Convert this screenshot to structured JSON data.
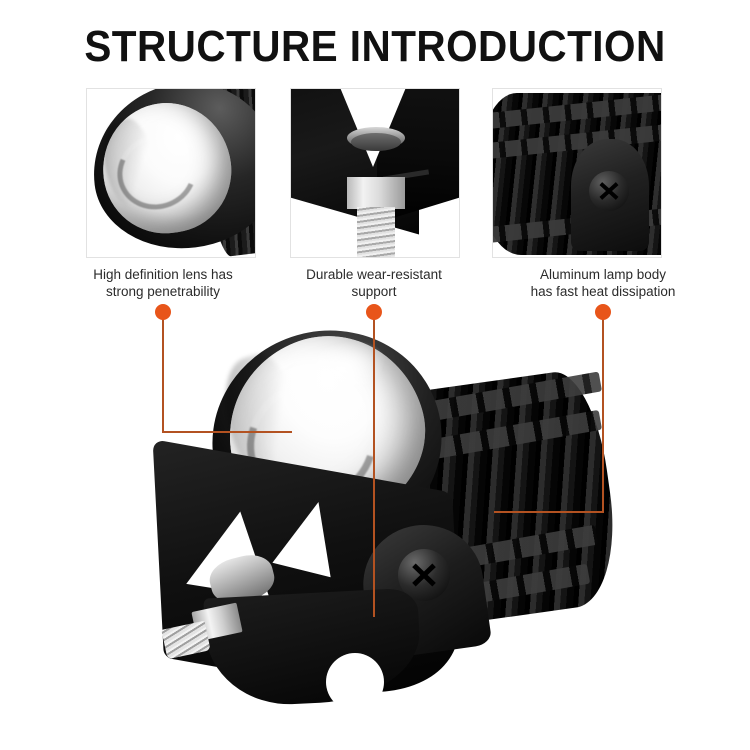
{
  "page": {
    "title": "STRUCTURE INTRODUCTION",
    "background_color": "#ffffff",
    "accent_color": "#d9531e",
    "title_color": "#111111",
    "caption_color": "#2b2b2b"
  },
  "features": [
    {
      "id": "lens",
      "caption_line1": "High definition lens has",
      "caption_line2": "strong penetrability",
      "thumbnail_name": "lens-closeup-photo",
      "marker_color": "#e8551a"
    },
    {
      "id": "support",
      "caption_line1": "Durable wear-resistant",
      "caption_line2": "support",
      "thumbnail_name": "mounting-bracket-bolt-photo",
      "marker_color": "#e8551a"
    },
    {
      "id": "body",
      "caption_line1": "Aluminum lamp body",
      "caption_line2": "has fast heat dissipation",
      "thumbnail_name": "finned-aluminum-body-photo",
      "marker_color": "#e8551a"
    }
  ],
  "hero": {
    "name": "led-work-light-product-photo",
    "alt": "Black LED spotlight with clear glass dome lens, U-shaped mounting bracket with silver bolt, and finned aluminum heat-sink body"
  }
}
